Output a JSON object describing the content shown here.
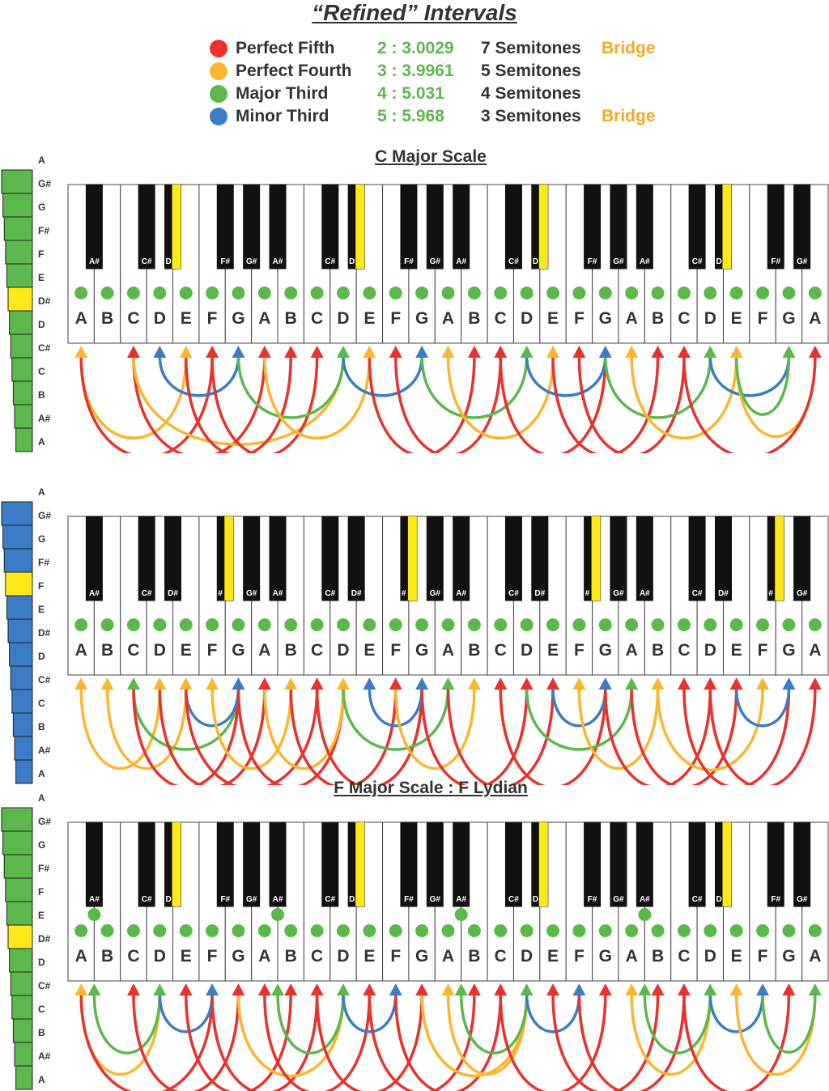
{
  "title": "“Refined” Intervals",
  "legend": [
    {
      "name": "Perfect Fifth",
      "color": "#e8322d",
      "ratio": "2 : 3.0029",
      "semitones": "7 Semitones",
      "bridge": "Bridge"
    },
    {
      "name": "Perfect Fourth",
      "color": "#fbb62e",
      "ratio": "3 : 3.9961",
      "semitones": "5 Semitones",
      "bridge": ""
    },
    {
      "name": "Major Third",
      "color": "#5bb84a",
      "ratio": "4 : 5.031",
      "semitones": "4 Semitones",
      "bridge": ""
    },
    {
      "name": "Minor Third",
      "color": "#3a7cc6",
      "ratio": "5 : 5.968",
      "semitones": "3 Semitones",
      "bridge": "Bridge"
    }
  ],
  "colors": {
    "fifth": "#e8322d",
    "fourth": "#fbb62e",
    "major": "#5bb84a",
    "minor": "#3a7cc6",
    "highlight": "#ffe81a"
  },
  "sidebar_labels": [
    "A",
    "G#",
    "G",
    "F#",
    "F",
    "E",
    "D#",
    "D",
    "C#",
    "C",
    "B",
    "A#",
    "A"
  ],
  "sections": [
    {
      "title": "C Major Scale",
      "bar_color": "#5bb84a",
      "bar_highlight": "D#",
      "key_labels": [
        "A",
        "B",
        "C",
        "D",
        "E",
        "F",
        "G",
        "A",
        "B",
        "C",
        "D",
        "E",
        "F",
        "G",
        "A",
        "B",
        "C",
        "D",
        "E",
        "F",
        "G",
        "A",
        "B",
        "C",
        "D",
        "E",
        "F",
        "G",
        "A"
      ],
      "black_labels": [
        "A#",
        "C#",
        "D",
        "F#",
        "G#",
        "A#",
        "C#",
        "D",
        "F#",
        "G#",
        "A#",
        "C#",
        "D",
        "F#",
        "G#",
        "A#",
        "C#",
        "D",
        "F#",
        "G#",
        "A#"
      ],
      "highlighted_black_key": "D#",
      "dotted_black_keys": [],
      "arcs": [
        {
          "from": 0,
          "to": 4,
          "type": "fourth"
        },
        {
          "from": 0,
          "to": 5,
          "type": "fifth"
        },
        {
          "from": 2,
          "to": 7,
          "type": "fifth"
        },
        {
          "from": 2,
          "to": 10,
          "type": "fourth"
        },
        {
          "from": 3,
          "to": 6,
          "type": "minor"
        },
        {
          "from": 4,
          "to": 8,
          "type": "fifth"
        },
        {
          "from": 5,
          "to": 9,
          "type": "fifth"
        },
        {
          "from": 6,
          "to": 10,
          "type": "major"
        },
        {
          "from": 7,
          "to": 11,
          "type": "fourth"
        },
        {
          "from": 10,
          "to": 13,
          "type": "minor"
        },
        {
          "from": 11,
          "to": 15,
          "type": "fifth"
        },
        {
          "from": 12,
          "to": 16,
          "type": "fifth"
        },
        {
          "from": 13,
          "to": 17,
          "type": "major"
        },
        {
          "from": 14,
          "to": 18,
          "type": "fourth"
        },
        {
          "from": 16,
          "to": 20,
          "type": "fifth"
        },
        {
          "from": 17,
          "to": 20,
          "type": "minor"
        },
        {
          "from": 18,
          "to": 22,
          "type": "fifth"
        },
        {
          "from": 19,
          "to": 23,
          "type": "fifth"
        },
        {
          "from": 20,
          "to": 24,
          "type": "major"
        },
        {
          "from": 21,
          "to": 25,
          "type": "fourth"
        },
        {
          "from": 24,
          "to": 27,
          "type": "minor"
        },
        {
          "from": 25,
          "to": 28,
          "type": "fourth"
        },
        {
          "from": 23,
          "to": 28,
          "type": "fifth"
        },
        {
          "from": 25,
          "to": 27,
          "type": "major"
        }
      ]
    },
    {
      "title": "",
      "bar_color": "#3a7cc6",
      "bar_highlight": "F",
      "key_labels": [
        "A",
        "B",
        "C",
        "D",
        "E",
        "F",
        "G",
        "A",
        "B",
        "C",
        "D",
        "E",
        "F",
        "G",
        "A",
        "B",
        "C",
        "D",
        "E",
        "F",
        "G",
        "A",
        "B",
        "C",
        "D",
        "E",
        "F",
        "G",
        "A"
      ],
      "black_labels": [
        "A#",
        "C#",
        "D#",
        "#",
        "G#",
        "A#",
        "C#",
        "D#",
        "#",
        "G#",
        "A#",
        "C#",
        "D#",
        "#",
        "G#",
        "A#",
        "C#",
        "D#",
        "#",
        "G#",
        "A#"
      ],
      "highlighted_black_key": "F#",
      "dotted_black_keys": [],
      "arcs": [
        {
          "from": 0,
          "to": 3,
          "type": "fourth"
        },
        {
          "from": 1,
          "to": 4,
          "type": "fourth"
        },
        {
          "from": 2,
          "to": 6,
          "type": "major"
        },
        {
          "from": 2,
          "to": 6,
          "type": "fifth"
        },
        {
          "from": 3,
          "to": 7,
          "type": "fifth"
        },
        {
          "from": 4,
          "to": 6,
          "type": "minor"
        },
        {
          "from": 5,
          "to": 8,
          "type": "fourth"
        },
        {
          "from": 4,
          "to": 9,
          "type": "fifth"
        },
        {
          "from": 6,
          "to": 10,
          "type": "fifth"
        },
        {
          "from": 7,
          "to": 10,
          "type": "fourth"
        },
        {
          "from": 8,
          "to": 12,
          "type": "fifth"
        },
        {
          "from": 9,
          "to": 13,
          "type": "fifth"
        },
        {
          "from": 11,
          "to": 13,
          "type": "minor"
        },
        {
          "from": 10,
          "to": 14,
          "type": "major"
        },
        {
          "from": 12,
          "to": 15,
          "type": "fourth"
        },
        {
          "from": 13,
          "to": 17,
          "type": "fifth"
        },
        {
          "from": 14,
          "to": 18,
          "type": "fifth"
        },
        {
          "from": 16,
          "to": 20,
          "type": "fifth"
        },
        {
          "from": 17,
          "to": 21,
          "type": "major"
        },
        {
          "from": 18,
          "to": 20,
          "type": "minor"
        },
        {
          "from": 19,
          "to": 22,
          "type": "fourth"
        },
        {
          "from": 20,
          "to": 24,
          "type": "fifth"
        },
        {
          "from": 21,
          "to": 25,
          "type": "fifth"
        },
        {
          "from": 22,
          "to": 26,
          "type": "fourth"
        },
        {
          "from": 23,
          "to": 27,
          "type": "fifth"
        },
        {
          "from": 25,
          "to": 27,
          "type": "minor"
        },
        {
          "from": 24,
          "to": 28,
          "type": "fifth"
        }
      ]
    },
    {
      "title": "F Major Scale : F Lydian",
      "bar_color": "#5bb84a",
      "bar_highlight": "D#",
      "key_labels": [
        "A",
        "B",
        "C",
        "D",
        "E",
        "F",
        "G",
        "A",
        "B",
        "C",
        "D",
        "E",
        "F",
        "G",
        "A",
        "B",
        "C",
        "D",
        "E",
        "F",
        "G",
        "A",
        "B",
        "C",
        "D",
        "E",
        "F",
        "G",
        "A"
      ],
      "black_labels": [
        "A#",
        "C#",
        "D",
        "F#",
        "G#",
        "A#",
        "C#",
        "D",
        "F#",
        "G#",
        "A#",
        "C#",
        "D",
        "F#",
        "G#",
        "A#",
        "C#",
        "D",
        "F#",
        "G#",
        "A#"
      ],
      "highlighted_black_key": "D#",
      "dotted_black_keys": [
        "A#"
      ],
      "arcs": [
        {
          "from": 0,
          "to": 3,
          "type": "fourth"
        },
        {
          "from": 0.5,
          "to": 3,
          "type": "major"
        },
        {
          "from": 0,
          "to": 5,
          "type": "fifth"
        },
        {
          "from": 2,
          "to": 6,
          "type": "fifth"
        },
        {
          "from": 3,
          "to": 5,
          "type": "minor"
        },
        {
          "from": 4,
          "to": 8,
          "type": "fifth"
        },
        {
          "from": 5,
          "to": 9,
          "type": "fifth"
        },
        {
          "from": 6,
          "to": 10,
          "type": "fourth"
        },
        {
          "from": 7,
          "to": 11,
          "type": "fifth"
        },
        {
          "from": 7.5,
          "to": 10,
          "type": "major"
        },
        {
          "from": 10,
          "to": 12,
          "type": "minor"
        },
        {
          "from": 9,
          "to": 13,
          "type": "fifth"
        },
        {
          "from": 11,
          "to": 15,
          "type": "fifth"
        },
        {
          "from": 12,
          "to": 16,
          "type": "fifth"
        },
        {
          "from": 13,
          "to": 17,
          "type": "fourth"
        },
        {
          "from": 14,
          "to": 17,
          "type": "fourth"
        },
        {
          "from": 14.5,
          "to": 17,
          "type": "major"
        },
        {
          "from": 17,
          "to": 19,
          "type": "minor"
        },
        {
          "from": 16,
          "to": 20,
          "type": "fifth"
        },
        {
          "from": 18,
          "to": 22,
          "type": "fifth"
        },
        {
          "from": 19,
          "to": 23,
          "type": "fifth"
        },
        {
          "from": 21,
          "to": 24,
          "type": "fourth"
        },
        {
          "from": 21.5,
          "to": 24,
          "type": "major"
        },
        {
          "from": 24,
          "to": 26,
          "type": "minor"
        },
        {
          "from": 23,
          "to": 27,
          "type": "fifth"
        },
        {
          "from": 25,
          "to": 28,
          "type": "fourth"
        },
        {
          "from": 26,
          "to": 28,
          "type": "major"
        }
      ]
    }
  ]
}
